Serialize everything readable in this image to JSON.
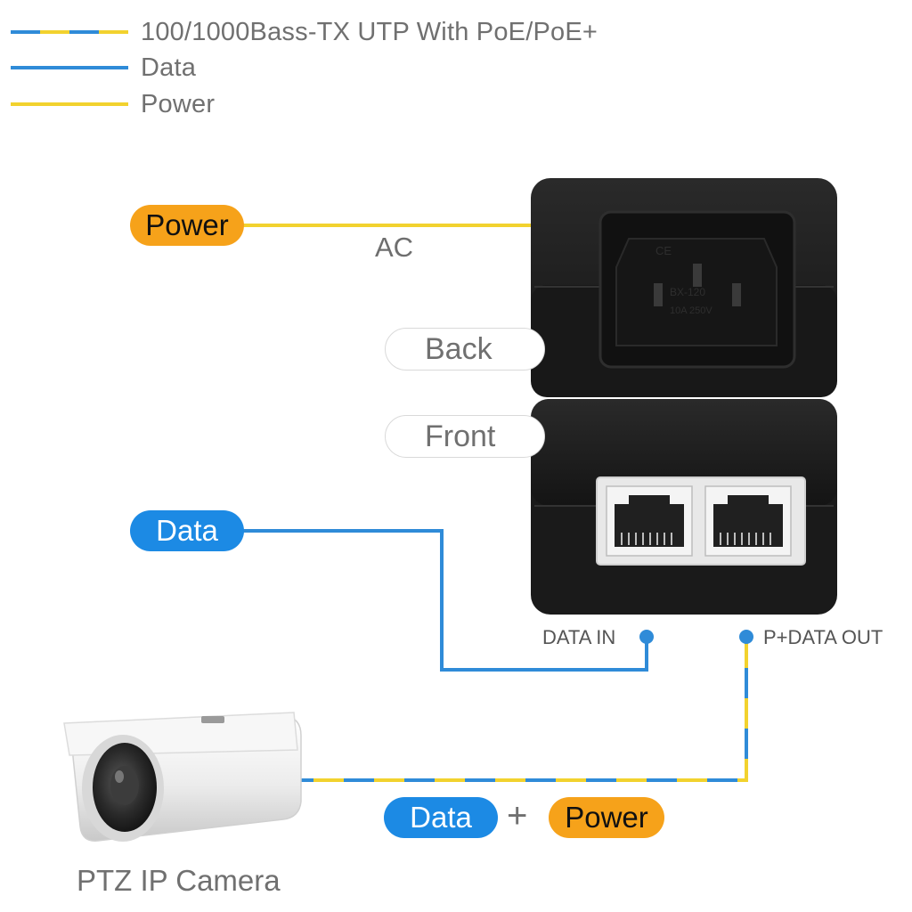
{
  "legend": {
    "items": [
      {
        "label": "100/1000Bass-TX UTP With PoE/PoE+",
        "style": "mixed"
      },
      {
        "label": "Data",
        "style": "data"
      },
      {
        "label": "Power",
        "style": "power"
      }
    ]
  },
  "diagram": {
    "power_tag": "Power",
    "ac_label": "AC",
    "back_tag": "Back",
    "front_tag": "Front",
    "data_tag": "Data",
    "data_in_label": "DATA IN",
    "pdata_out_label": "P+DATA OUT",
    "bottom_data_tag": "Data",
    "plus_sign": "+",
    "bottom_power_tag": "Power",
    "camera_label": "PTZ IP Camera"
  },
  "colors": {
    "data_blue": "#2f8bd8",
    "power_yellow": "#f2d22e",
    "pill_orange": "#f6a21a",
    "pill_blue": "#1c8ae4",
    "device_black": "#1b1b1b"
  },
  "icons": {
    "device": "poe-injector-icon",
    "ac_socket": "ac-socket-icon",
    "ethernet_port": "rj45-port-icon",
    "camera": "bullet-camera-icon"
  }
}
